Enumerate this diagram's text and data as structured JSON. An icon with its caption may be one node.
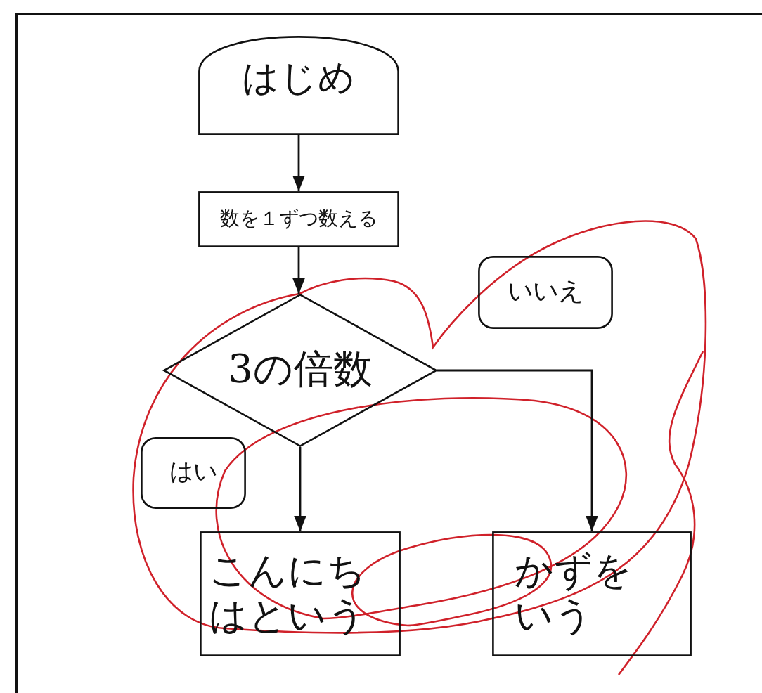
{
  "diagram": {
    "nodes": [
      {
        "text": [
          "はじめ"
        ]
      },
      {
        "text": [
          "数を１ずつ数える"
        ]
      },
      {
        "text": [
          "3の倍数"
        ]
      },
      {
        "text": [
          "いいえ"
        ]
      },
      {
        "text": [
          "はい"
        ]
      },
      {
        "text": [
          "こんにちはという"
        ]
      },
      {
        "text": [
          "かずをいう"
        ]
      }
    ],
    "edges": [
      {
        "from": 0,
        "to": 1,
        "arrow": "to"
      },
      {
        "from": 1,
        "to": 2,
        "arrow": "to"
      },
      {
        "from": 2,
        "to": 5,
        "arrow": "to"
      },
      {
        "from": 2,
        "to": 6,
        "arrow": "to"
      }
    ]
  }
}
